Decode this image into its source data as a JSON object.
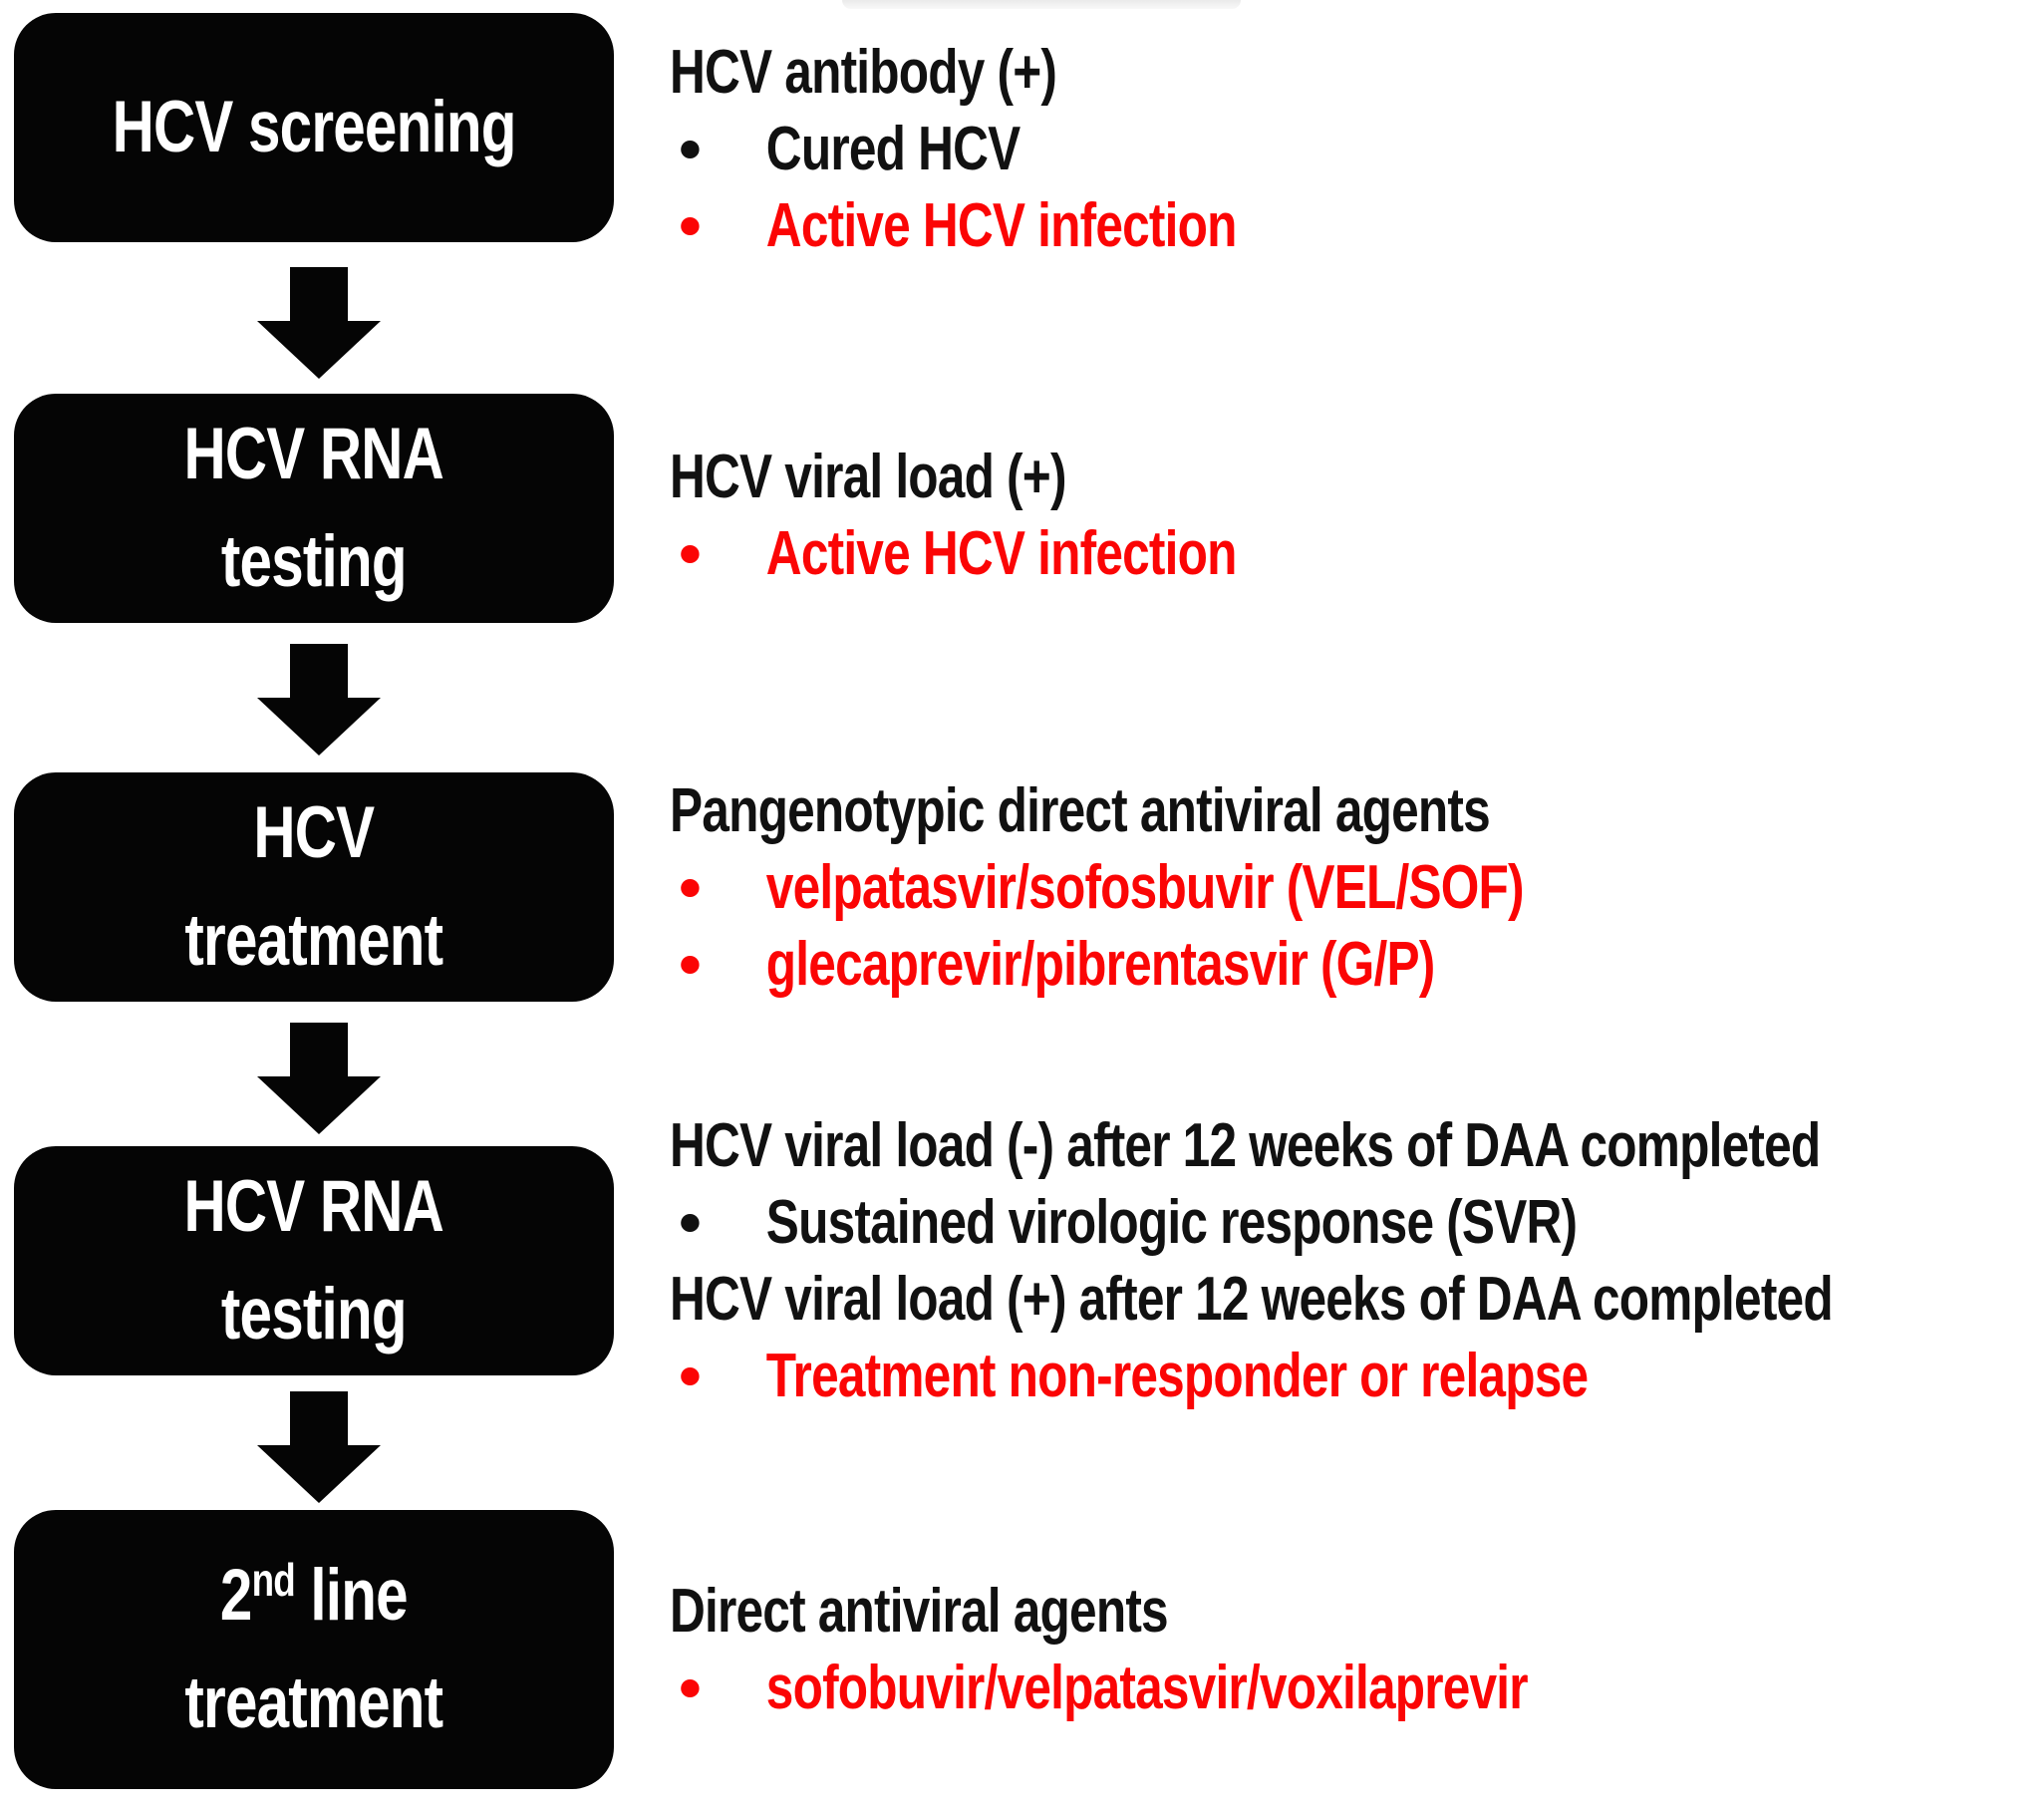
{
  "palette": {
    "box_background": "#050505",
    "box_text": "#ffffff",
    "annotation_black": "#111111",
    "annotation_red": "#FB0505",
    "page_background": "#ffffff"
  },
  "boxes": {
    "b1": {
      "line1": "HCV screening"
    },
    "b2": {
      "line1": "HCV RNA",
      "line2": "testing"
    },
    "b3": {
      "line1": "HCV",
      "line2": "treatment"
    },
    "b4": {
      "line1": "HCV RNA",
      "line2": "testing"
    },
    "b5": {
      "base": "2",
      "sup": "nd",
      "rest": " line",
      "line2": "treatment"
    }
  },
  "sections": {
    "s1": {
      "header": "HCV antibody (+)",
      "bullet1": "Cured HCV",
      "bullet2": "Active HCV infection"
    },
    "s2": {
      "header": "HCV viral load (+)",
      "bullet1": "Active HCV infection"
    },
    "s3": {
      "header": "Pangenotypic direct antiviral agents",
      "bullet1": "velpatasvir/sofosbuvir (VEL/SOF)",
      "bullet2": "glecaprevir/pibrentasvir (G/P)"
    },
    "s4": {
      "header1": "HCV viral load (-) after 12 weeks of DAA completed",
      "bullet1": "Sustained virologic response (SVR)",
      "header2": "HCV viral load (+) after 12 weeks of DAA completed",
      "bullet2": "Treatment non-responder or relapse"
    },
    "s5": {
      "header": "Direct antiviral agents",
      "bullet1": "sofobuvir/velpatasvir/voxilaprevir"
    }
  }
}
